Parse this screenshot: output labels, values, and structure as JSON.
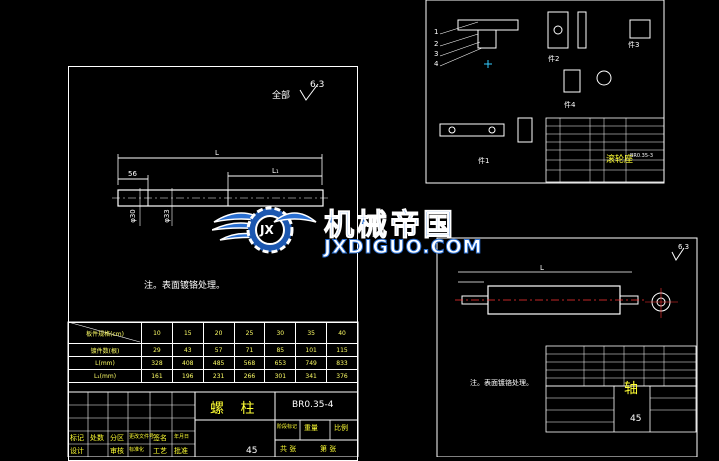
{
  "sheet_left": {
    "roughness_label": "全部",
    "roughness_value": "6.3",
    "dim_L": "L",
    "dim_L1": "L₁",
    "dim_56": "56",
    "dim_d30": "φ30",
    "dim_d33": "φ33",
    "note": "注。表面镀铬处理。",
    "table_header_first": "板件规格(cm)",
    "table_cols": [
      "10",
      "15",
      "20",
      "25",
      "30",
      "35",
      "40"
    ],
    "table_rows": [
      {
        "label": "镀件数(根)",
        "values": [
          "29",
          "43",
          "57",
          "71",
          "85",
          "101",
          "115"
        ]
      },
      {
        "label": "L(mm)",
        "values": [
          "328",
          "408",
          "485",
          "568",
          "653",
          "749",
          "833"
        ]
      },
      {
        "label": "L₁(mm)",
        "values": [
          "161",
          "196",
          "231",
          "266",
          "301",
          "341",
          "376"
        ]
      }
    ],
    "title_name": "螺 柱",
    "drawing_no": "BR0.35-4",
    "scale": "45",
    "title_cells": [
      "标记",
      "处数",
      "分区",
      "更改文件号",
      "签名",
      "年月日",
      "设计",
      "审核",
      "工艺",
      "批准",
      "标准化",
      "阶段标记",
      "重量",
      "比例",
      "共 张",
      "第 张"
    ]
  },
  "sheet_top_right": {
    "labels": [
      "1",
      "2",
      "3",
      "4"
    ],
    "view_labels": [
      "件2",
      "件3",
      "件4",
      "件1"
    ],
    "title": "滚轮座",
    "drawing_no": "BR0.35-3"
  },
  "sheet_bottom_right": {
    "roughness_value": "6.3",
    "dim_L": "L",
    "note": "注。表面镀铬处理。",
    "title_name": "轴",
    "scale": "45"
  },
  "watermark": {
    "cn": "机械帝国",
    "en": "JXDIGUO.COM",
    "badge": "JX"
  },
  "colors": {
    "background": "#000000",
    "lines": "#ffffff",
    "text": "#ffff33",
    "logo_blue": "#2a6fd1",
    "centerline": "#ff3333"
  }
}
